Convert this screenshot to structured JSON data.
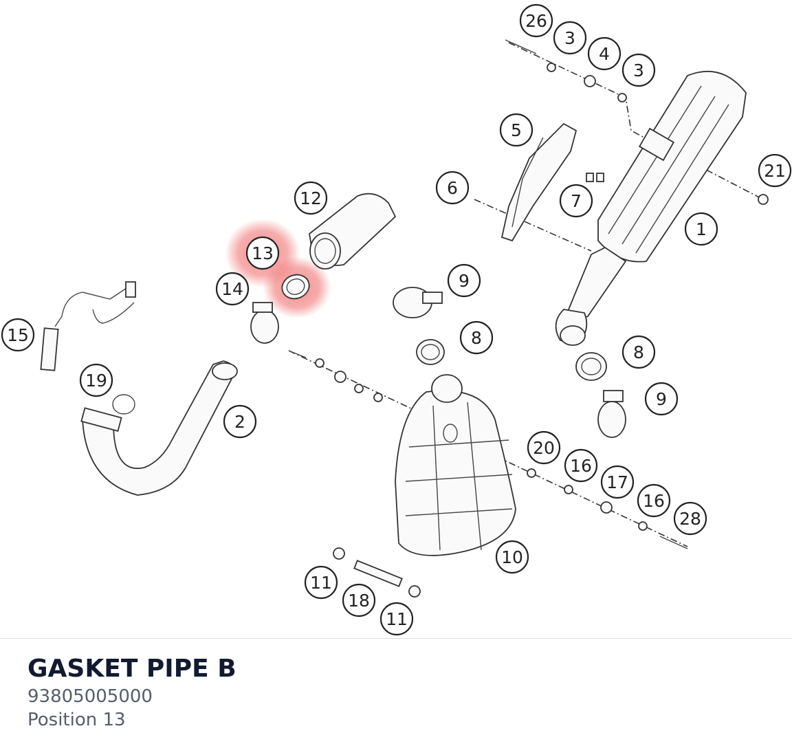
{
  "diagram": {
    "highlight_color": "#f06a6a",
    "highlighted_callout": "13",
    "callouts": [
      "1",
      "2",
      "3",
      "3",
      "4",
      "5",
      "6",
      "7",
      "8",
      "8",
      "9",
      "9",
      "10",
      "11",
      "11",
      "12",
      "13",
      "14",
      "15",
      "16",
      "16",
      "17",
      "18",
      "19",
      "20",
      "21",
      "26",
      "28"
    ]
  },
  "part": {
    "name": "GASKET PIPE B",
    "number": "93805005000",
    "position": "Position 13"
  }
}
